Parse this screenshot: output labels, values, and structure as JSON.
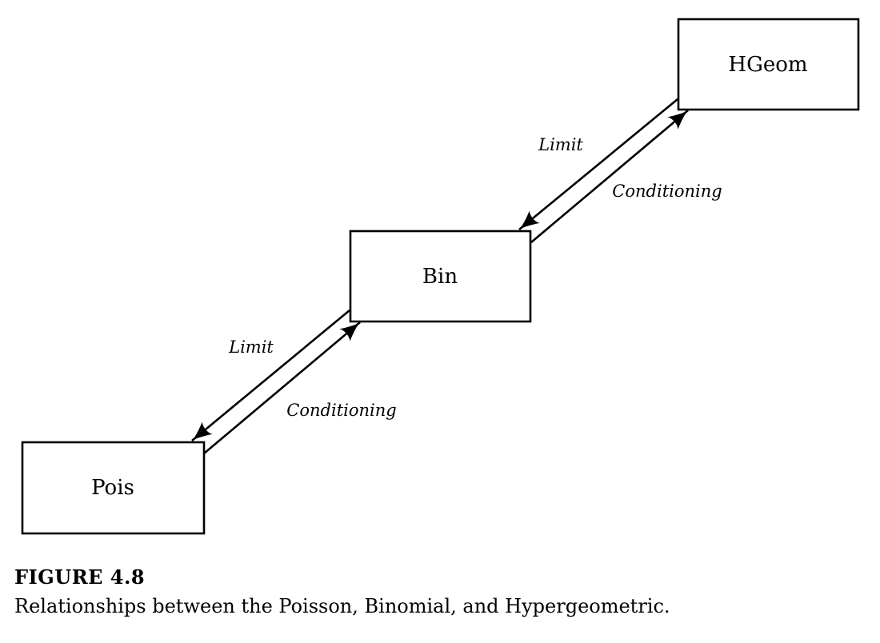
{
  "figure": {
    "label": "FIGURE 4.8",
    "caption": "Relationships between the Poisson, Binomial, and Hypergeometric."
  },
  "diagram": {
    "nodes": [
      {
        "id": "hgeom",
        "label": "HGeom"
      },
      {
        "id": "bin",
        "label": "Bin"
      },
      {
        "id": "pois",
        "label": "Pois"
      }
    ],
    "edges": [
      {
        "from": "HGeom",
        "to": "Bin",
        "label": "Limit"
      },
      {
        "from": "Bin",
        "to": "HGeom",
        "label": "Conditioning"
      },
      {
        "from": "Bin",
        "to": "Pois",
        "label": "Limit"
      },
      {
        "from": "Pois",
        "to": "Bin",
        "label": "Conditioning"
      }
    ],
    "colors": {
      "stroke": "#000000",
      "node_fill": "#ffffff",
      "background": "#ffffff",
      "text": "#000000"
    }
  }
}
